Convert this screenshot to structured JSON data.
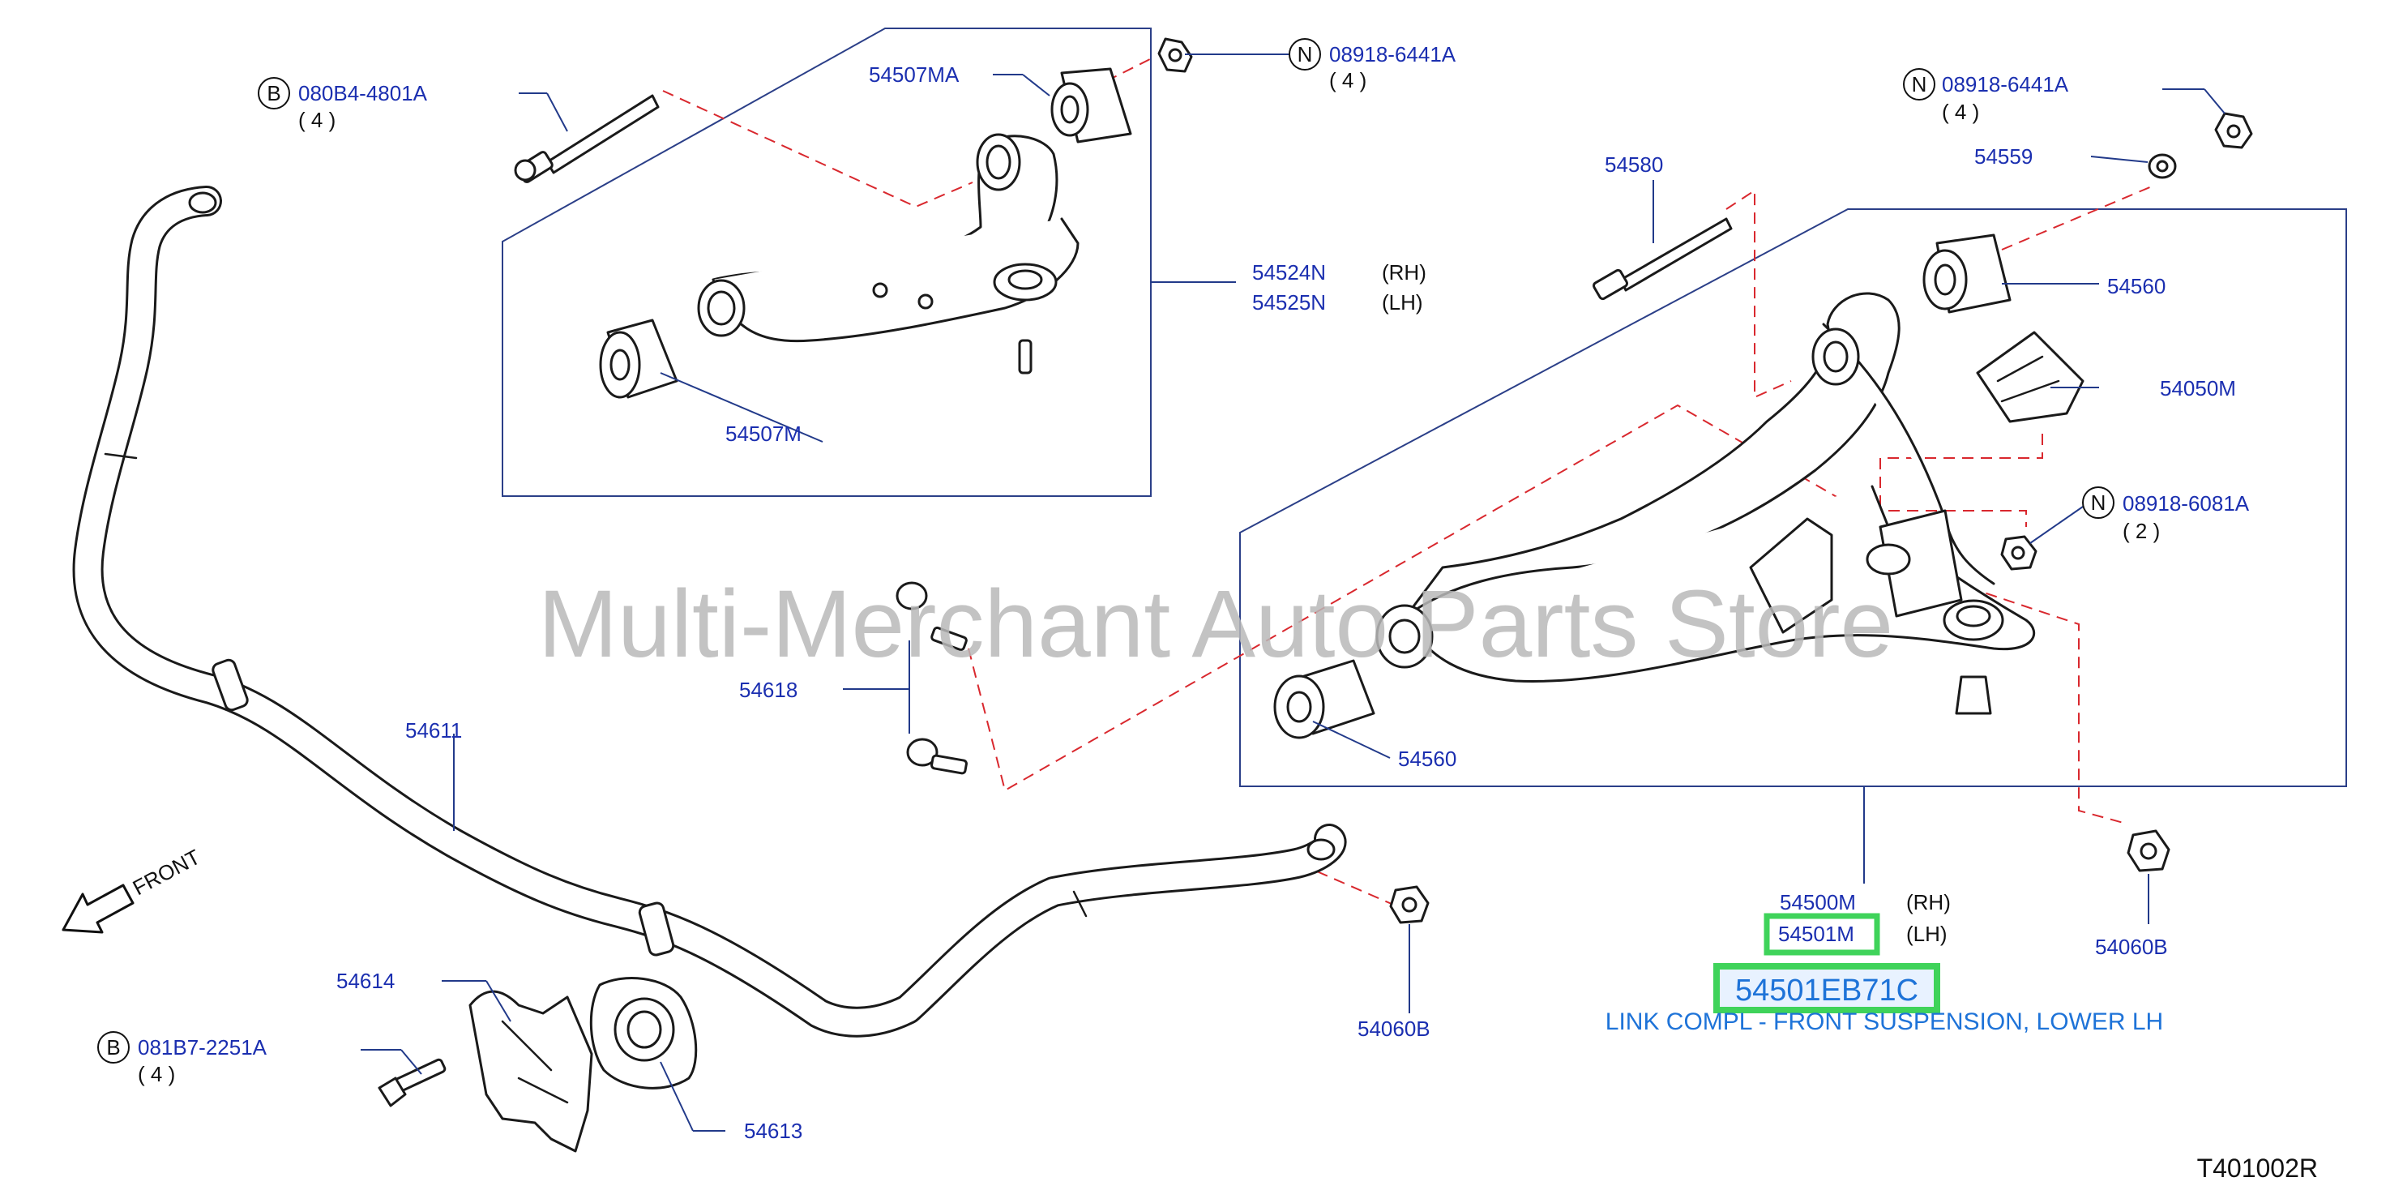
{
  "watermark": "Multi-Merchant Auto Parts Store",
  "diagram_code": "T401002R",
  "labels": {
    "bolt_upper_code": "080B4-4801A",
    "bolt_upper_qty": "( 4 )",
    "nut_upper_code": "08918-6441A",
    "nut_upper_qty": "( 4 )",
    "nut_lower_code": "08918-6441A",
    "nut_lower_qty": "( 4 )",
    "bushing_upper_front": "54507MA",
    "upper_arm_rh": "54524N",
    "upper_arm_lh": "54525N",
    "bushing_upper_rear": "54507M",
    "lower_bolt": "54580",
    "washer": "54559",
    "bushing_lower_rear": "54560",
    "bump_stopper": "54050M",
    "nut_balljoint_code": "08918-6081A",
    "nut_balljoint_qty": "( 2 )",
    "stabilizer_link": "54618",
    "stabilizer_bar": "54611",
    "bushing_lower_front": "54560",
    "lower_arm_rh": "54500M",
    "lower_arm_lh": "54501M",
    "nut_lower_right": "54060B",
    "nut_stab_left": "54060B",
    "clamp": "54614",
    "bolt_clamp_code": "081B7-2251A",
    "bolt_clamp_qty": "( 4 )",
    "stab_bushing": "54613",
    "rh": "(RH)",
    "lh": "(LH)",
    "front": "FRONT",
    "badge_b": "B",
    "badge_n": "N",
    "part_number": "54501EB71C",
    "part_description": "LINK COMPL - FRONT SUSPENSION, LOWER LH"
  },
  "colors": {
    "label_blue": "#1b2fb0",
    "leader_blue": "#223a8a",
    "dash_red": "#d9282e",
    "highlight_green": "#3fd35a",
    "callout_blue": "#1e73d8",
    "watermark_gray": "#b9b9b9"
  }
}
